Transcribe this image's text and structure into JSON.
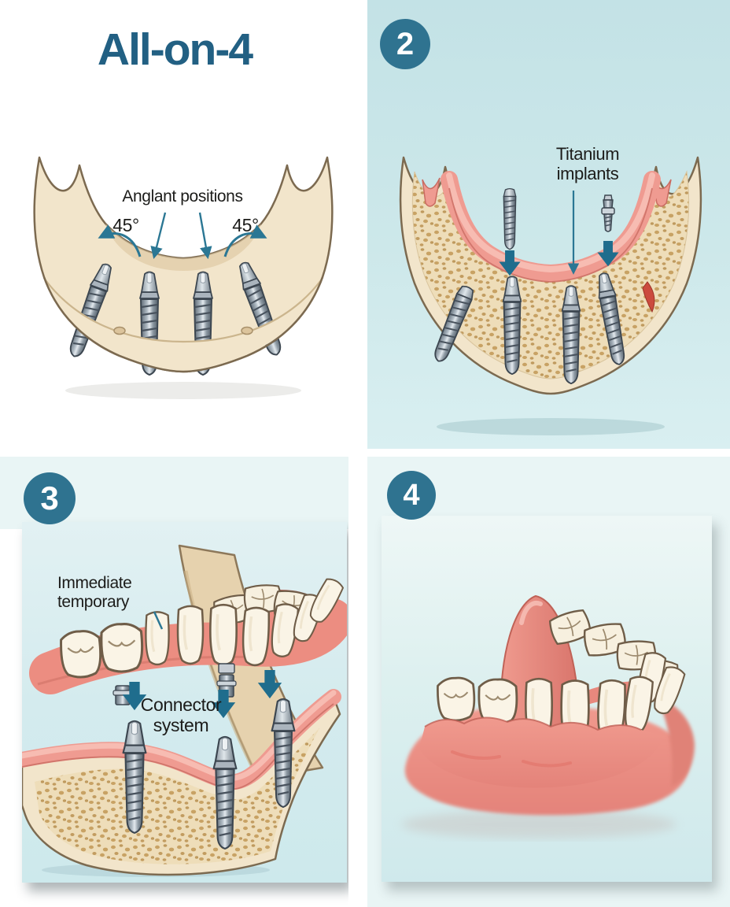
{
  "title": "All-on-4",
  "steps": {
    "step1": {
      "implant_label": "Anglant positions",
      "angle_left": "45°",
      "angle_right": "45°"
    },
    "step2": {
      "badge": "2",
      "label_line1": "Titanium",
      "label_line2": "implants"
    },
    "step3": {
      "badge": "3",
      "immediate_line1": "Immediate",
      "immediate_line2": "temporary",
      "connector_line1": "Connector",
      "connector_line2": "system"
    },
    "step4": {
      "badge": "4"
    }
  },
  "icons": {
    "down_arrow": "thick-down-arrow",
    "thin_arrow": "thin-pointer-arrow",
    "angle_arrow": "curved-angle-arrow"
  },
  "colors": {
    "title_blue": "#226083",
    "badge_teal": "#2f7390",
    "accent_teal": "#2b7794",
    "arrow_teal": "#1f6d8d",
    "bone_beige": "#f2e5cb",
    "spongy_tan": "#eeddb9",
    "gum_pink": "#ef9b91",
    "tooth_cream": "#faf4e6",
    "implant_gray": "#8d99a3",
    "panel_light_blue": "#cde8ea",
    "card_blue": "#cfe9ec",
    "band_blue": "#e9f5f5",
    "nerve_red": "#cb4a3e"
  }
}
